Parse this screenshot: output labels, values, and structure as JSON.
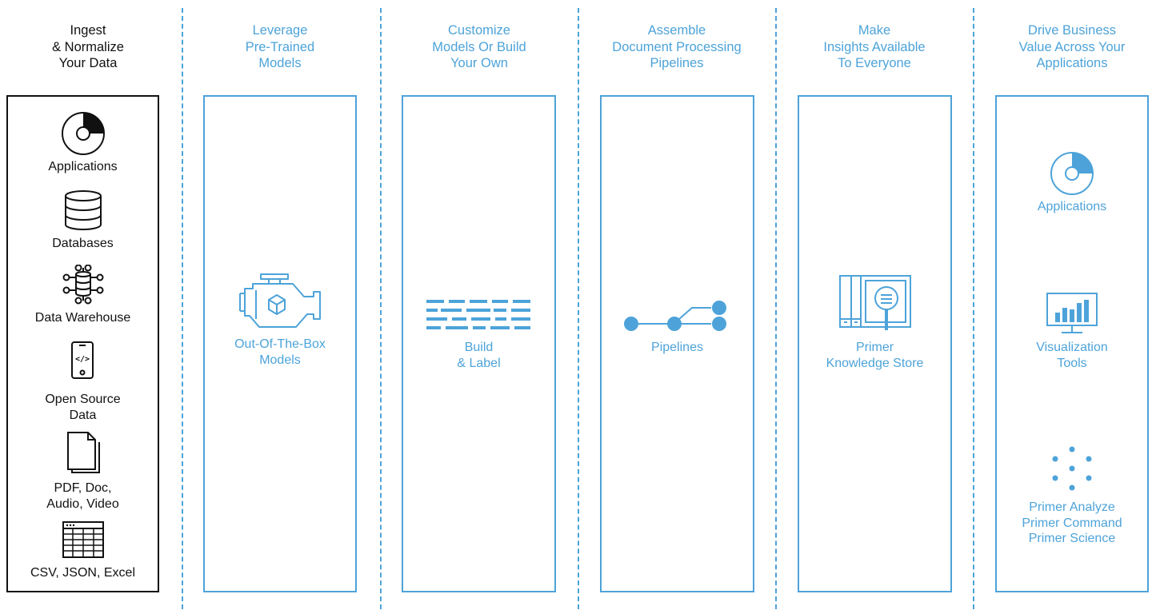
{
  "colors": {
    "accent": "#4da3d9",
    "ink": "#111111"
  },
  "columns": [
    {
      "title": "Ingest\n& Normalize\nYour Data",
      "items": [
        {
          "label": "Applications",
          "icon": "donut-chart-icon"
        },
        {
          "label": "Databases",
          "icon": "database-icon"
        },
        {
          "label": "Data Warehouse",
          "icon": "data-warehouse-icon"
        },
        {
          "label": "Open Source\nData",
          "icon": "mobile-code-icon"
        },
        {
          "label": "PDF, Doc,\nAudio, Video",
          "icon": "document-stack-icon"
        },
        {
          "label": "CSV, JSON, Excel",
          "icon": "spreadsheet-icon"
        }
      ]
    },
    {
      "title": "Leverage\nPre-Trained\nModels",
      "items": [
        {
          "label": "Out-Of-The-Box\nModels",
          "icon": "engine-icon"
        }
      ]
    },
    {
      "title": "Customize\nModels Or Build\nYour Own",
      "items": [
        {
          "label": "Build\n& Label",
          "icon": "label-lines-icon"
        }
      ]
    },
    {
      "title": "Assemble\nDocument Processing\nPipelines",
      "items": [
        {
          "label": "Pipelines",
          "icon": "pipeline-icon"
        }
      ]
    },
    {
      "title": "Make\nInsights Available\nTo Everyone",
      "items": [
        {
          "label": "Primer\nKnowledge Store",
          "icon": "knowledge-store-icon"
        }
      ]
    },
    {
      "title": "Drive Business\nValue Across Your\nApplications",
      "items": [
        {
          "label": "Applications",
          "icon": "donut-chart-icon"
        },
        {
          "label": "Visualization\nTools",
          "icon": "bar-chart-monitor-icon"
        },
        {
          "label": "Primer Analyze\nPrimer Command\nPrimer Science",
          "icon": "dot-circle-icon"
        }
      ]
    }
  ]
}
